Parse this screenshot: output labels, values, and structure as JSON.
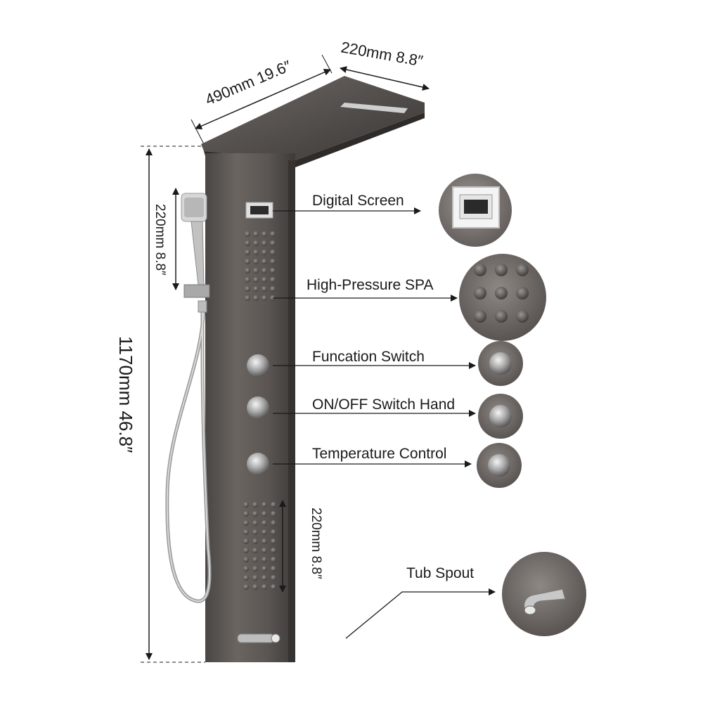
{
  "dimensions": {
    "top_width": "490mm 19.6″",
    "top_depth": "220mm 8.8″",
    "total_height": "1170mm 46.8″",
    "handheld_length": "220mm 8.8″",
    "lower_jets": "220mm 8.8″"
  },
  "features": [
    {
      "label": "Digital Screen"
    },
    {
      "label": "High-Pressure SPA"
    },
    {
      "label": "Funcation Switch"
    },
    {
      "label": "ON/OFF Switch Hand"
    },
    {
      "label": "Temperature Control"
    },
    {
      "label": "Tub Spout"
    }
  ],
  "colors": {
    "panel": "#5d5854",
    "panel_dark": "#3f3b38",
    "chrome": "#c9c9c9",
    "background": "#ffffff"
  }
}
